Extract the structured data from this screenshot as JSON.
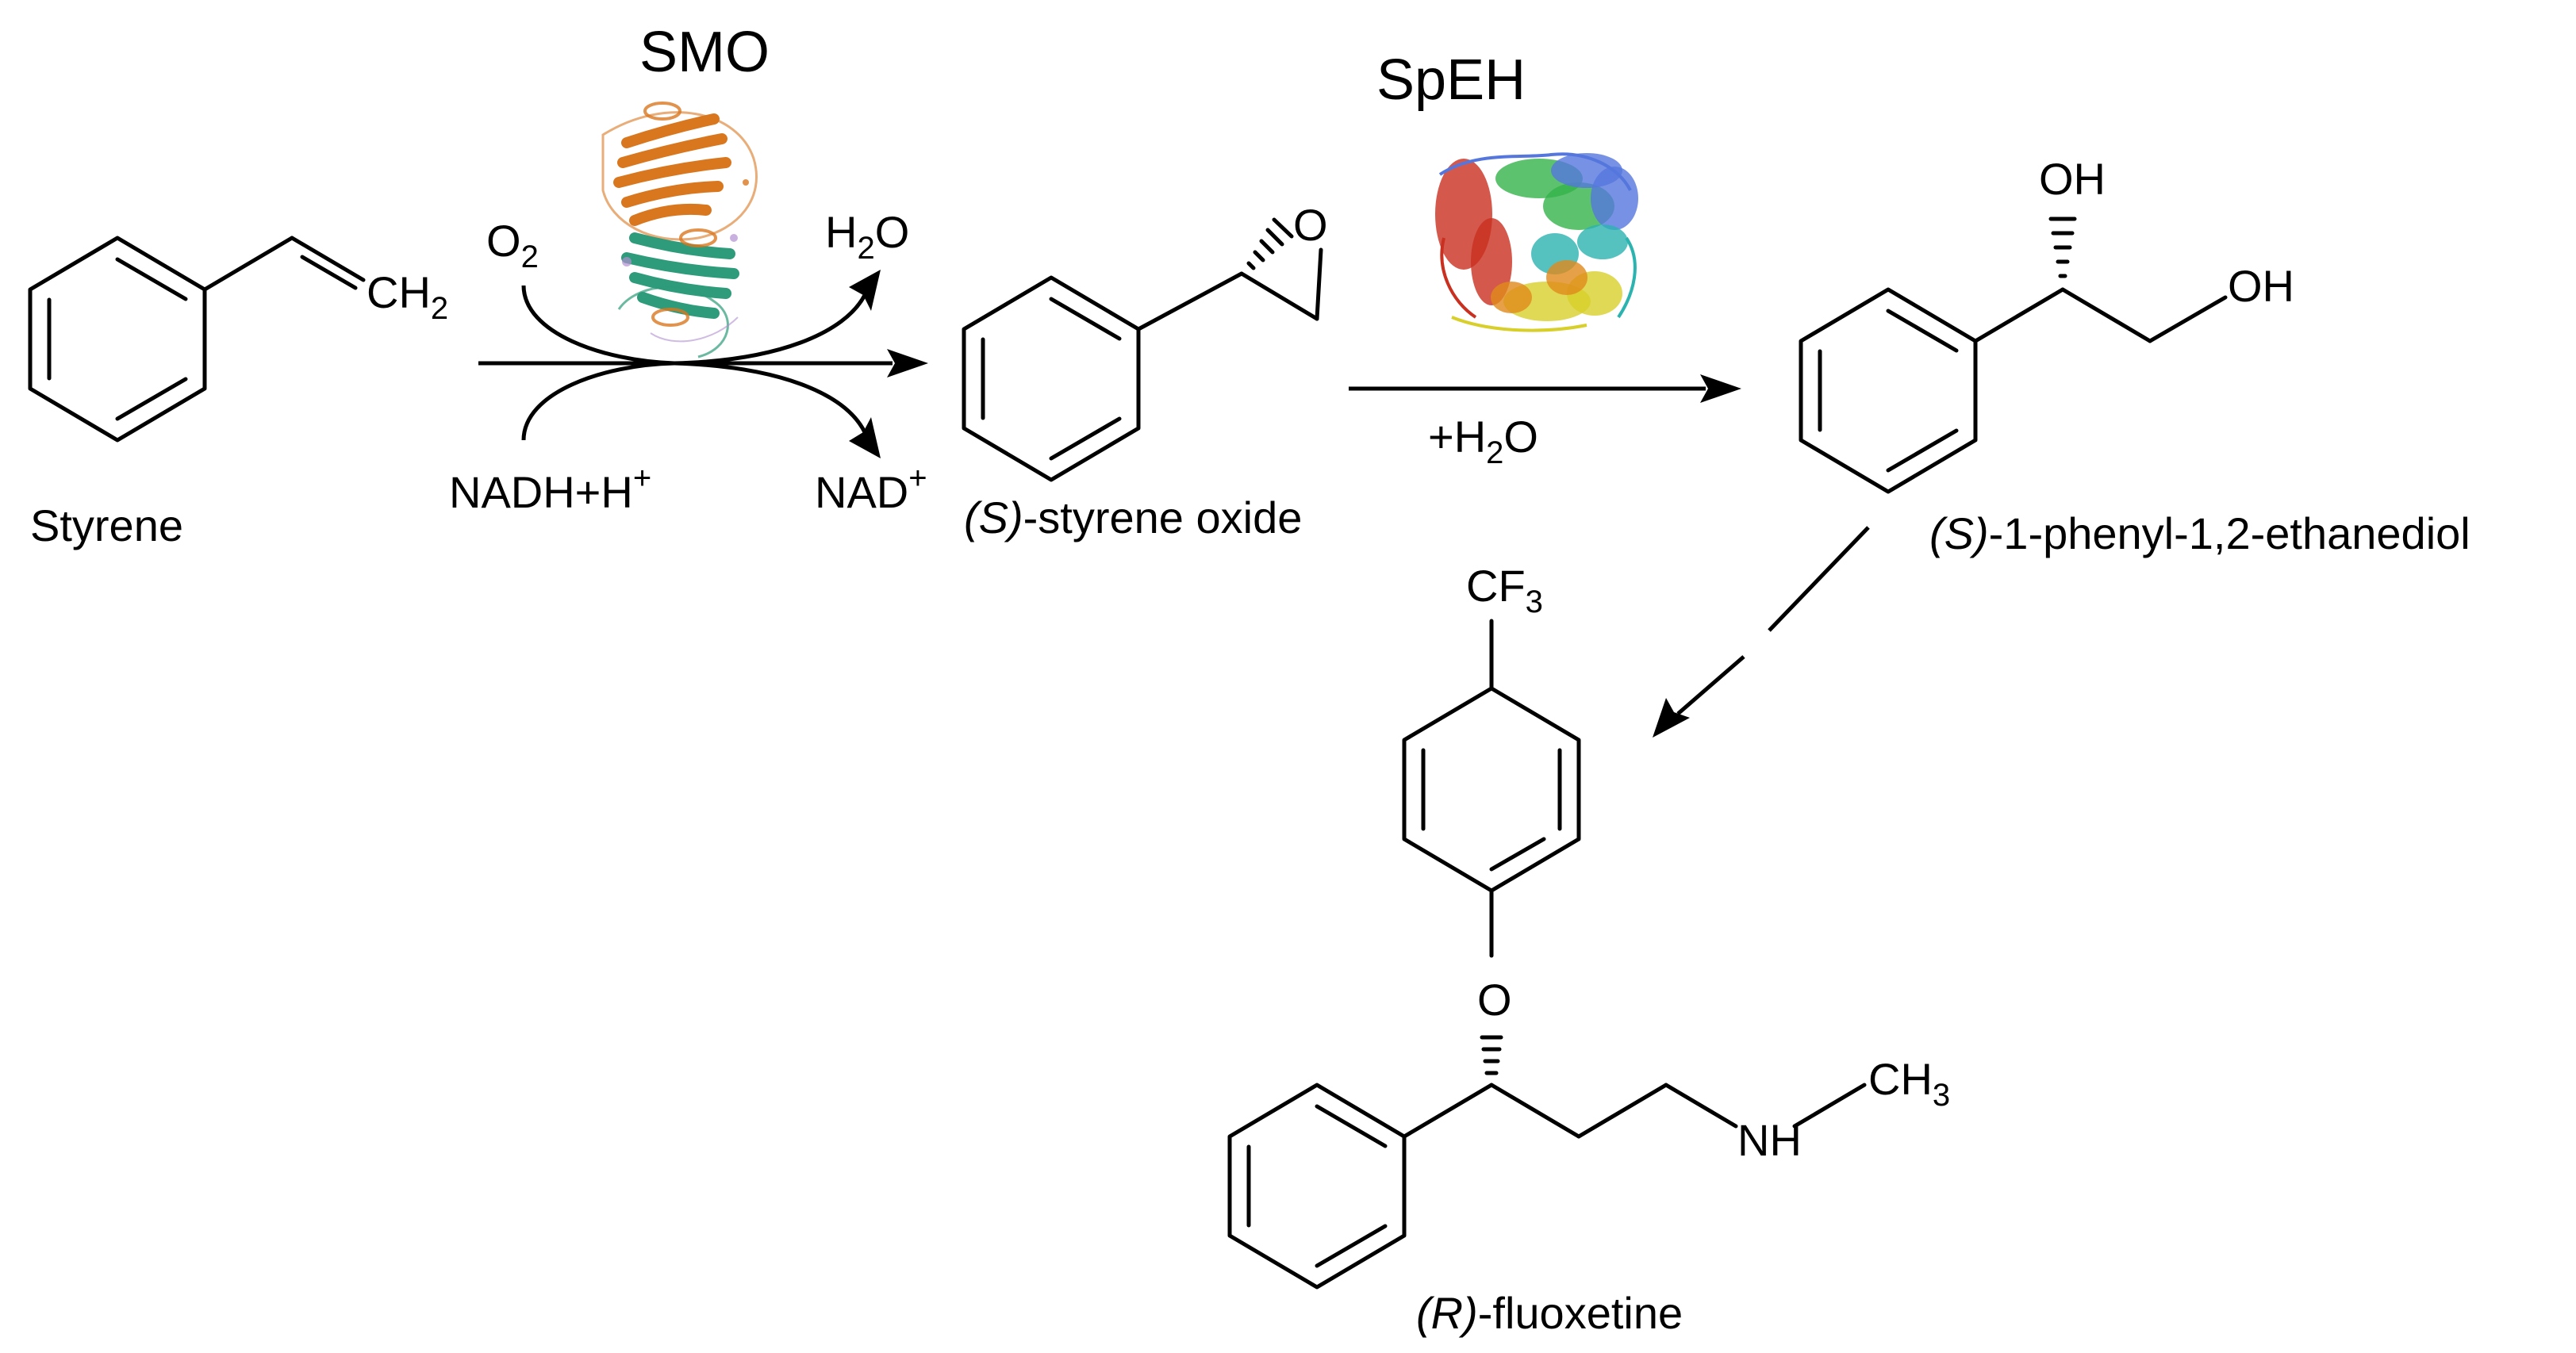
{
  "enzymes": {
    "smo": "SMO",
    "speh": "SpEH"
  },
  "compounds": {
    "styrene": {
      "name": "Styrene"
    },
    "styrene_oxide": {
      "stereo": "(S)",
      "name": "-styrene oxide"
    },
    "diol": {
      "stereo": "(S)",
      "name": "-1-phenyl-1,2-ethanediol"
    },
    "fluoxetine": {
      "stereo": "(R)",
      "name": "-fluoxetine"
    }
  },
  "atoms": {
    "ch2": {
      "main": "CH",
      "sub": "2"
    },
    "epoxide_o": "O",
    "oh_top": "OH",
    "oh_right": "OH",
    "cf3": {
      "main": "CF",
      "sub": "3"
    },
    "ether_o": "O",
    "nh": "NH",
    "ch3": {
      "main": "CH",
      "sub": "3"
    }
  },
  "cofactors": {
    "o2": {
      "main": "O",
      "sub": "2"
    },
    "h2o": {
      "pre": "H",
      "sub": "2",
      "post": "O"
    },
    "nadh": {
      "main": "NADH+H",
      "sup": "+"
    },
    "nad": {
      "main": "NAD",
      "sup": "+"
    },
    "water_in": {
      "pre": "+H",
      "sub": "2",
      "post": "O"
    }
  },
  "colors": {
    "smo_sheet": "#d9771f",
    "smo_helix": "#2e9b7a",
    "speh_red": "#c9301f",
    "speh_green": "#33b34a",
    "speh_blue": "#5577dd",
    "speh_yellow": "#d8cf2a",
    "speh_cyan": "#2bb3b0",
    "speh_orange": "#e08a1a"
  }
}
